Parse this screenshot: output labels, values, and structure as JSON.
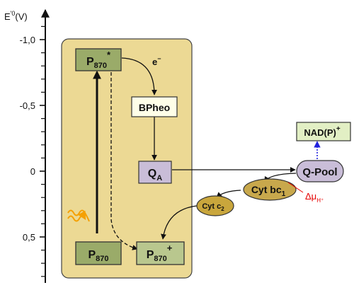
{
  "axis": {
    "label_main": "E",
    "label_sup": "'0",
    "label_unit": "(V)",
    "ticks": [
      {
        "text": "-1,0",
        "value": -1.0
      },
      {
        "text": "-0,5",
        "value": -0.5
      },
      {
        "text": "0",
        "value": 0
      },
      {
        "text": "0,5",
        "value": 0.5
      }
    ]
  },
  "nodes": {
    "p870_excited": {
      "main": "P",
      "sub": "870",
      "sup": "*"
    },
    "bpheo": {
      "text": "BPheo"
    },
    "qa": {
      "main": "Q",
      "sub": "A"
    },
    "qpool": {
      "text": "Q-Pool"
    },
    "nadp": {
      "text": "NAD(P)",
      "sup": "+"
    },
    "cytbc1": {
      "main": "Cyt bc",
      "sub": "1"
    },
    "cytc2": {
      "main": "Cyt c",
      "sub": "2"
    },
    "p870_ground": {
      "main": "P",
      "sub": "870"
    },
    "p870_oxidized": {
      "main": "P",
      "sub": "870",
      "sup": "+"
    }
  },
  "labels": {
    "electron": "e",
    "electron_sup": "−",
    "delta_mu": "Δμ",
    "delta_mu_sub": "H⁺"
  },
  "colors": {
    "membrane": "#ecd994",
    "p870_box": "#9aab69",
    "p870_box_light": "#b9c78e",
    "bpheo_box": "#fefee8",
    "qa_box": "#c9bdd8",
    "qpool": "#c9bdd8",
    "nadp_box": "#e2efc4",
    "cytbc1": "#c8a84c",
    "cytc2": "#c9a63c",
    "photon": "#f5a000",
    "delta_mu": "#e60000",
    "nadp_arrow": "#2222dd"
  },
  "icons": {
    "photon": "wavy-light-arrow-icon"
  }
}
